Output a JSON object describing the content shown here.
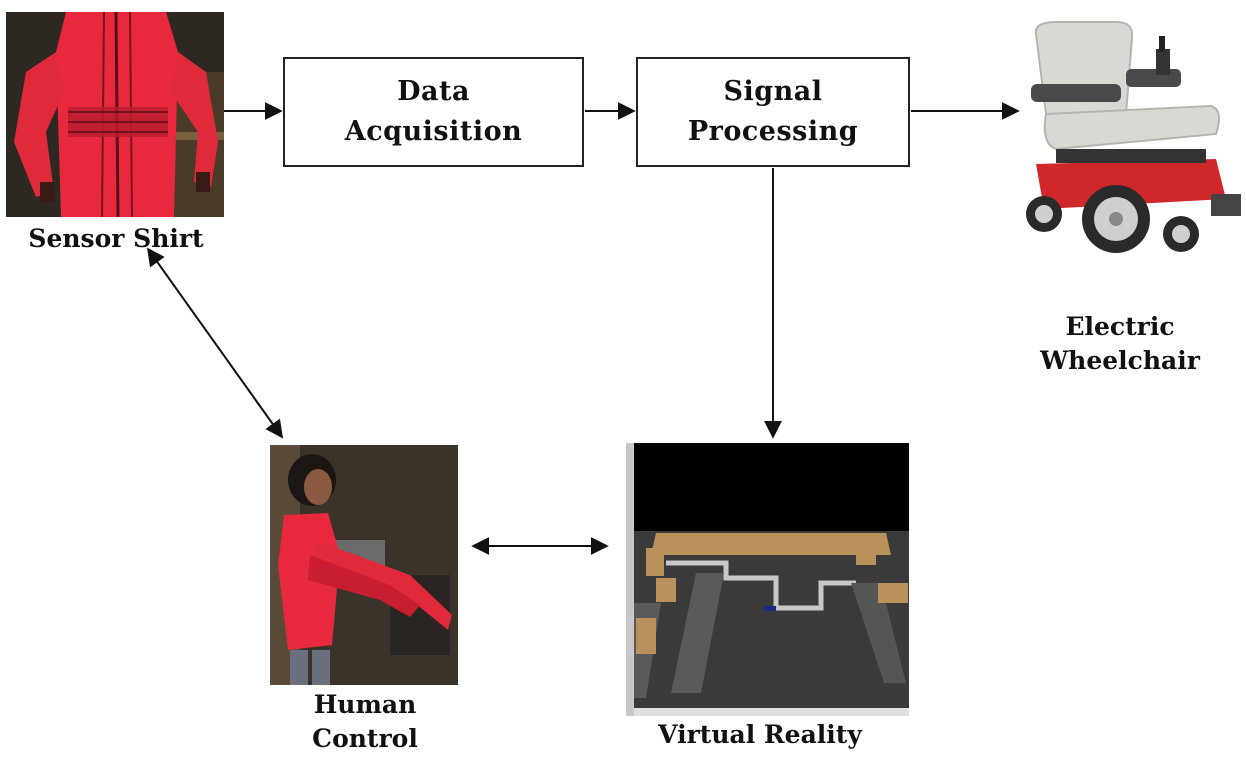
{
  "nodes": {
    "data_acquisition": {
      "line1": "Data",
      "line2": "Acquisition"
    },
    "signal_processing": {
      "line1": "Signal",
      "line2": "Processing"
    }
  },
  "labels": {
    "sensor_shirt": "Sensor Shirt",
    "electric_wheelchair_1": "Electric",
    "electric_wheelchair_2": "Wheelchair",
    "human_control_1": "Human",
    "human_control_2": "Control",
    "virtual_reality": "Virtual Reality"
  },
  "colors": {
    "shirt_red": "#e8283c",
    "wheelchair_red": "#d0282a",
    "seat_grey": "#d9d9d4",
    "vr_floor": "#3a3a3a",
    "vr_wall": "#b8925a"
  },
  "edges": [
    {
      "from": "Sensor Shirt",
      "to": "Data Acquisition"
    },
    {
      "from": "Data Acquisition",
      "to": "Signal Processing"
    },
    {
      "from": "Signal Processing",
      "to": "Electric Wheelchair"
    },
    {
      "from": "Signal Processing",
      "to": "Virtual Reality"
    },
    {
      "from": "Sensor Shirt",
      "to": "Human Control",
      "bidirectional": true
    },
    {
      "from": "Human Control",
      "to": "Virtual Reality",
      "bidirectional": true
    }
  ]
}
